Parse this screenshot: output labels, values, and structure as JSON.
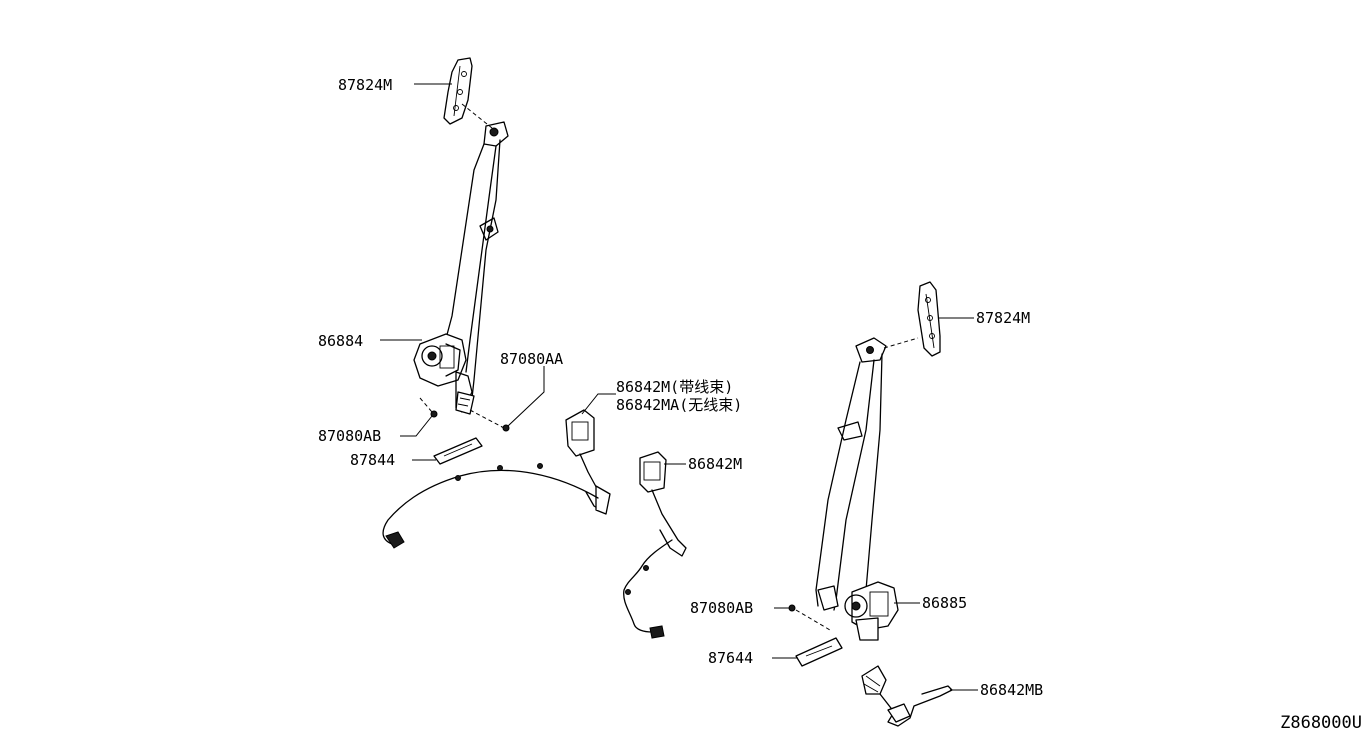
{
  "diagram": {
    "callouts": [
      {
        "id": "c-87824m-left",
        "label": "87824M"
      },
      {
        "id": "c-86884",
        "label": "86884"
      },
      {
        "id": "c-87080aa",
        "label": "87080AA"
      },
      {
        "id": "c-86842m-band",
        "label": "86842M(带线束)"
      },
      {
        "id": "c-86842ma",
        "label": "86842MA(无线束)"
      },
      {
        "id": "c-87080ab-left",
        "label": "87080AB"
      },
      {
        "id": "c-87844",
        "label": "87844"
      },
      {
        "id": "c-86842m",
        "label": "86842M"
      },
      {
        "id": "c-87824m-right",
        "label": "87824M"
      },
      {
        "id": "c-87080ab-right",
        "label": "87080AB"
      },
      {
        "id": "c-86885",
        "label": "86885"
      },
      {
        "id": "c-87644",
        "label": "87644"
      },
      {
        "id": "c-86842mb",
        "label": "86842MB"
      }
    ],
    "drawing_code": "Z868000U"
  }
}
